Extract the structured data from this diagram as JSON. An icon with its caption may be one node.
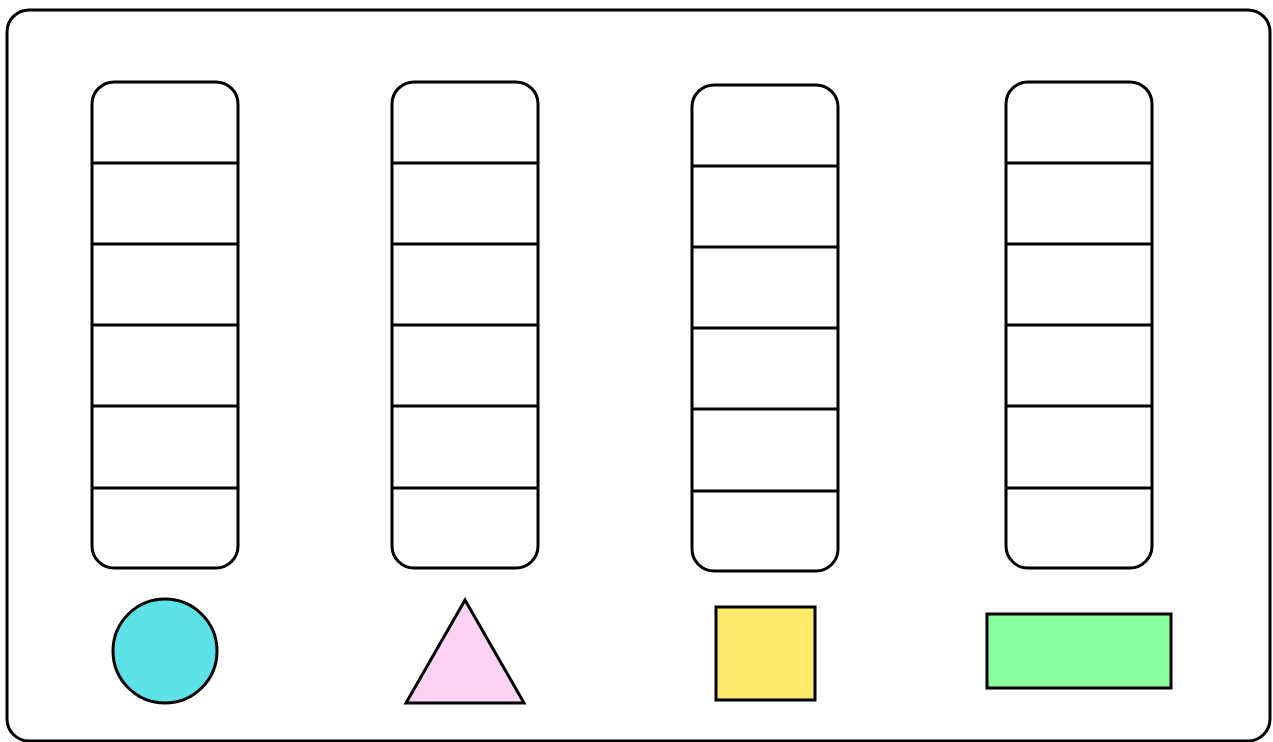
{
  "diagram": {
    "nodes": [
      {
        "text": [],
        "shape": "box"
      },
      {
        "text": [],
        "shape": "box",
        "in": 0
      },
      {
        "text": [],
        "shape": "box",
        "in": 0
      },
      {
        "text": [],
        "shape": "box",
        "in": 0
      },
      {
        "text": [],
        "shape": "box",
        "in": 0
      },
      {
        "text": [],
        "shape": "circle",
        "in": 0
      },
      {
        "text": [],
        "shape": "triangle",
        "in": 0
      },
      {
        "text": [],
        "shape": "box",
        "in": 0
      },
      {
        "text": [],
        "shape": "box",
        "in": 0
      }
    ]
  }
}
